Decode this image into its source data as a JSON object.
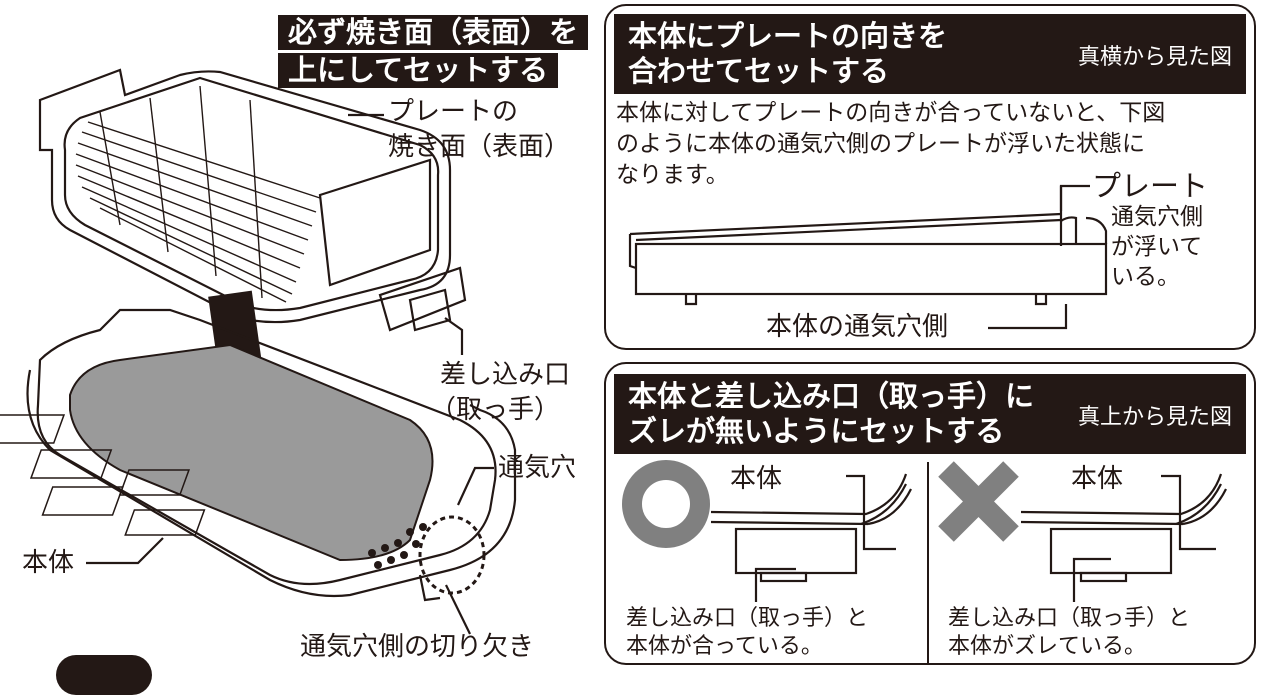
{
  "left": {
    "banner_line1": "必ず焼き面（表面）を",
    "banner_line2": "上にしてセットする",
    "plate_label_line1": "プレートの",
    "plate_label_line2": "焼き面（表面）",
    "inlet_label_line1": "差し込み口",
    "inlet_label_line2": "（取っ手）",
    "vent_label": "通気穴",
    "body_label": "本体",
    "notch_label": "通気穴側の切り欠き"
  },
  "panel_top": {
    "title_line1": "本体にプレートの向きを",
    "title_line2": "合わせてセットする",
    "view_label": "真横から見た図",
    "desc_line1": "本体に対してプレートの向きが合っていないと、下図",
    "desc_line2": "のように本体の通気穴側のプレートが浮いた状態に",
    "desc_line3": "なります。",
    "plate_label": "プレート",
    "float_line1": "通気穴側",
    "float_line2": "が浮いて",
    "float_line3": "いる。",
    "side_label": "本体の通気穴側"
  },
  "panel_bottom": {
    "title_line1": "本体と差し込み口（取っ手）に",
    "title_line2": "ズレが無いようにセットする",
    "view_label": "真上から見た図",
    "ok": {
      "body_label": "本体",
      "caption_line1": "差し込み口（取っ手）と",
      "caption_line2": "本体が合っている。"
    },
    "ng": {
      "body_label": "本体",
      "caption_line1": "差し込み口（取っ手）と",
      "caption_line2": "本体がズレている。"
    }
  },
  "colors": {
    "ink": "#231815",
    "mark_gray": "#808080",
    "tray_gray": "#9a9a9a"
  },
  "icons": [
    "ok-circle-icon",
    "ng-cross-icon",
    "down-arrow-icon"
  ]
}
